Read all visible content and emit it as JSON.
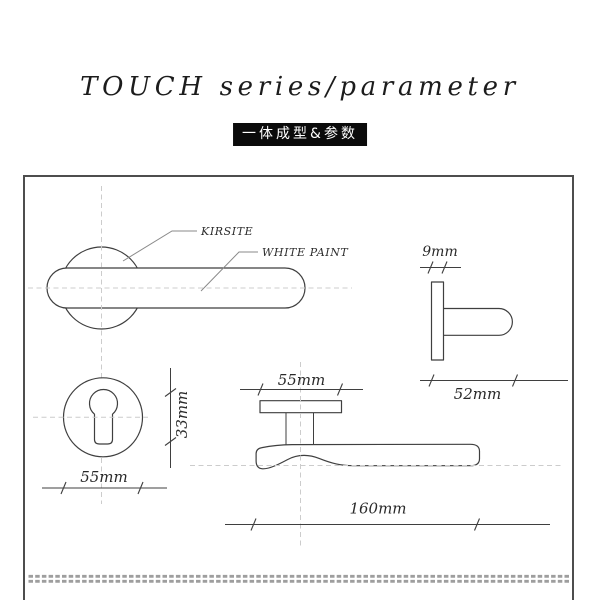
{
  "header": {
    "title": "TOUCH series/parameter",
    "badge": "一体成型&参数"
  },
  "drawing": {
    "annotations": {
      "material_label": "KIRSITE",
      "finish_label": "WHITE PAINT"
    },
    "dimensions": {
      "rose_thickness": "9mm",
      "handle_depth": "52mm",
      "escutcheon_diameter": "55mm",
      "escutcheon_height": "33mm",
      "rose_plate_width": "55mm",
      "handle_length": "160mm"
    }
  },
  "colors": {
    "line": "#3f3f3f",
    "centerline": "#cccccc",
    "leader": "#8a8a8a",
    "frame_border": "#4d4d4d",
    "badge_bg": "#0b0b0b",
    "badge_text": "#ffffff",
    "title_text": "#1c1c1c",
    "hatch_line": "#9e9e9e"
  }
}
